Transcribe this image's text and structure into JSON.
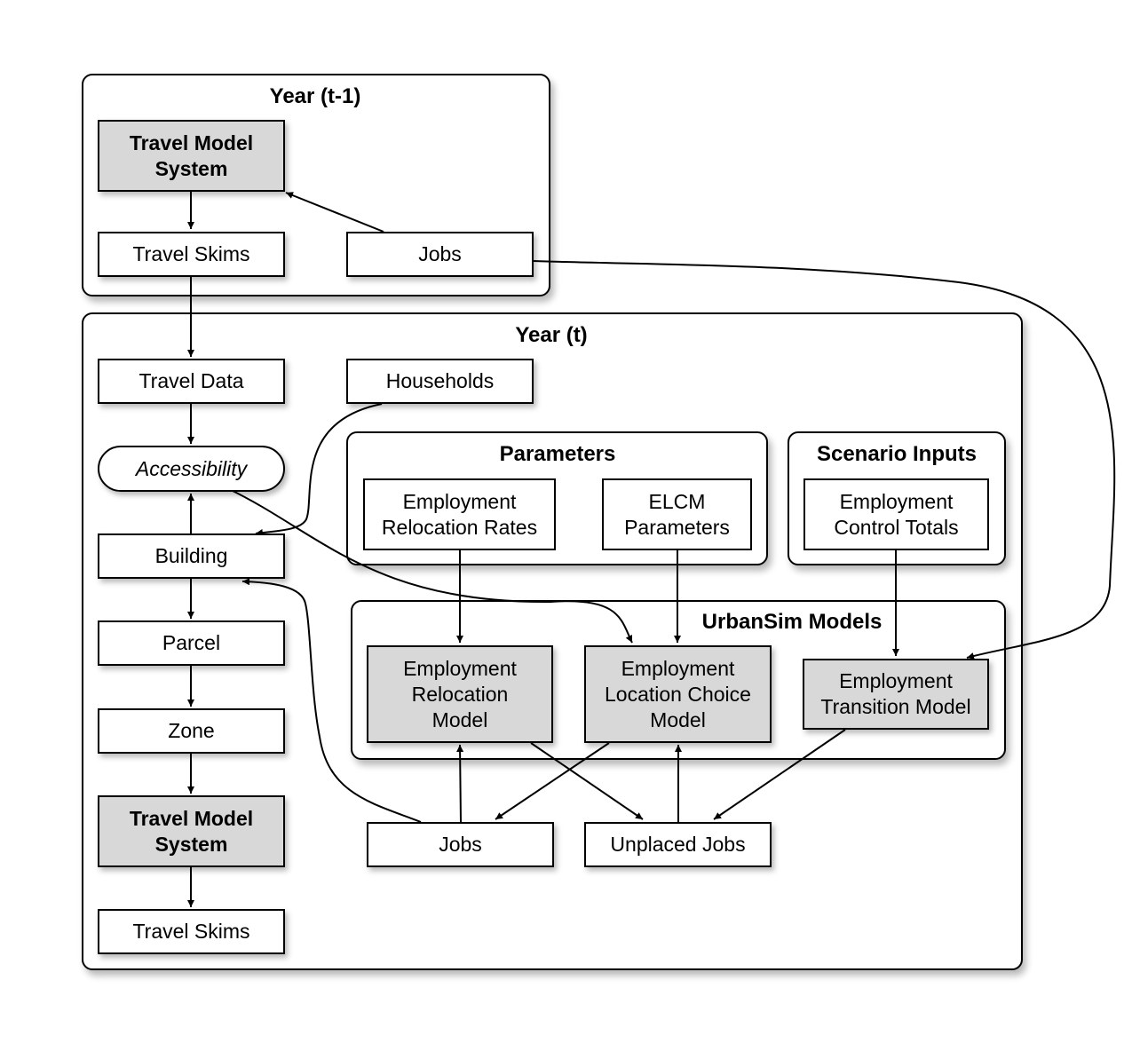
{
  "groups": {
    "year_prev": {
      "title": "Year (t-1)"
    },
    "year_t": {
      "title": "Year (t)"
    },
    "parameters": {
      "title": "Parameters"
    },
    "scenario_inputs": {
      "title": "Scenario Inputs"
    },
    "urbansim_models": {
      "title": "UrbanSim Models"
    }
  },
  "nodes": {
    "travel_model_system_prev": "Travel Model\nSystem",
    "travel_skims_prev": "Travel Skims",
    "jobs_prev": "Jobs",
    "travel_data": "Travel Data",
    "households": "Households",
    "accessibility": "Accessibility",
    "building": "Building",
    "parcel": "Parcel",
    "zone": "Zone",
    "travel_model_system": "Travel Model\nSystem",
    "travel_skims": "Travel Skims",
    "employment_relocation_rates": "Employment\nRelocation Rates",
    "elcm_parameters": "ELCM\nParameters",
    "employment_control_totals": "Employment\nControl Totals",
    "employment_relocation_model": "Employment\nRelocation\nModel",
    "employment_location_choice_model": "Employment\nLocation Choice\nModel",
    "employment_transition_model": "Employment\nTransition Model",
    "jobs": "Jobs",
    "unplaced_jobs": "Unplaced Jobs"
  }
}
